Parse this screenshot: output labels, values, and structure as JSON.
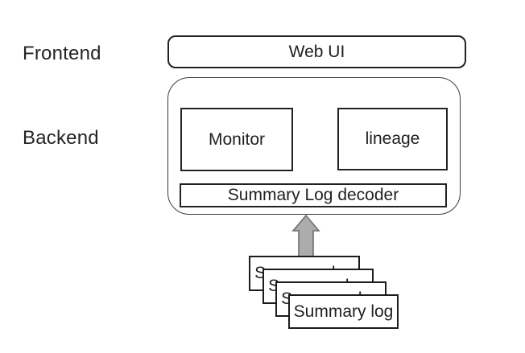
{
  "labels": {
    "frontend": "Frontend",
    "backend": "Backend"
  },
  "frontend": {
    "web_ui": "Web UI"
  },
  "backend": {
    "monitor": "Monitor",
    "lineage": "lineage",
    "decoder": "Summary Log decoder"
  },
  "stack": {
    "label": "Summary log",
    "count": 4
  },
  "arrow": {
    "direction": "up",
    "fill": "#acacac",
    "stroke": "#6e6e6e"
  },
  "colors": {
    "background": "#ffffff",
    "box_border": "#222222",
    "container_border": "#3c3c3c",
    "text": "#1f1f1f"
  }
}
